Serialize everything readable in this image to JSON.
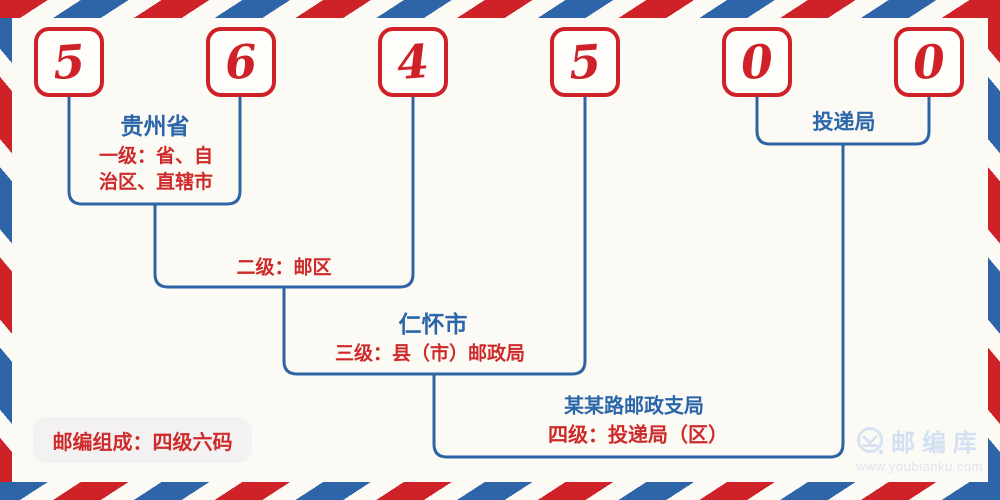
{
  "postal_code": {
    "digits": [
      "5",
      "6",
      "4",
      "5",
      "0",
      "0"
    ]
  },
  "nodes": {
    "province": {
      "name": "贵州省",
      "level_desc": "一级：省、自\n治区、直辖市"
    },
    "postal_zone": {
      "level_desc": "二级：邮区"
    },
    "city": {
      "name": "仁怀市",
      "level_desc": "三级：县（市）邮政局"
    },
    "branch": {
      "name": "某某路邮政支局",
      "level_desc": "四级：投递局（区）"
    },
    "delivery": {
      "name": "投递局"
    }
  },
  "badge": {
    "label": "邮编组成：四级六码"
  },
  "watermark": {
    "brand": "邮编库",
    "url": "www.youbianku.com"
  },
  "colors": {
    "red": "#ce2228",
    "text_red": "#ce2a2a",
    "text_blue": "#2b66a8",
    "line_blue": "#2e64a3",
    "background": "#fbfaf5",
    "badge_bg": "#f4f1f2",
    "watermark_blue": "#d2e0f2"
  }
}
